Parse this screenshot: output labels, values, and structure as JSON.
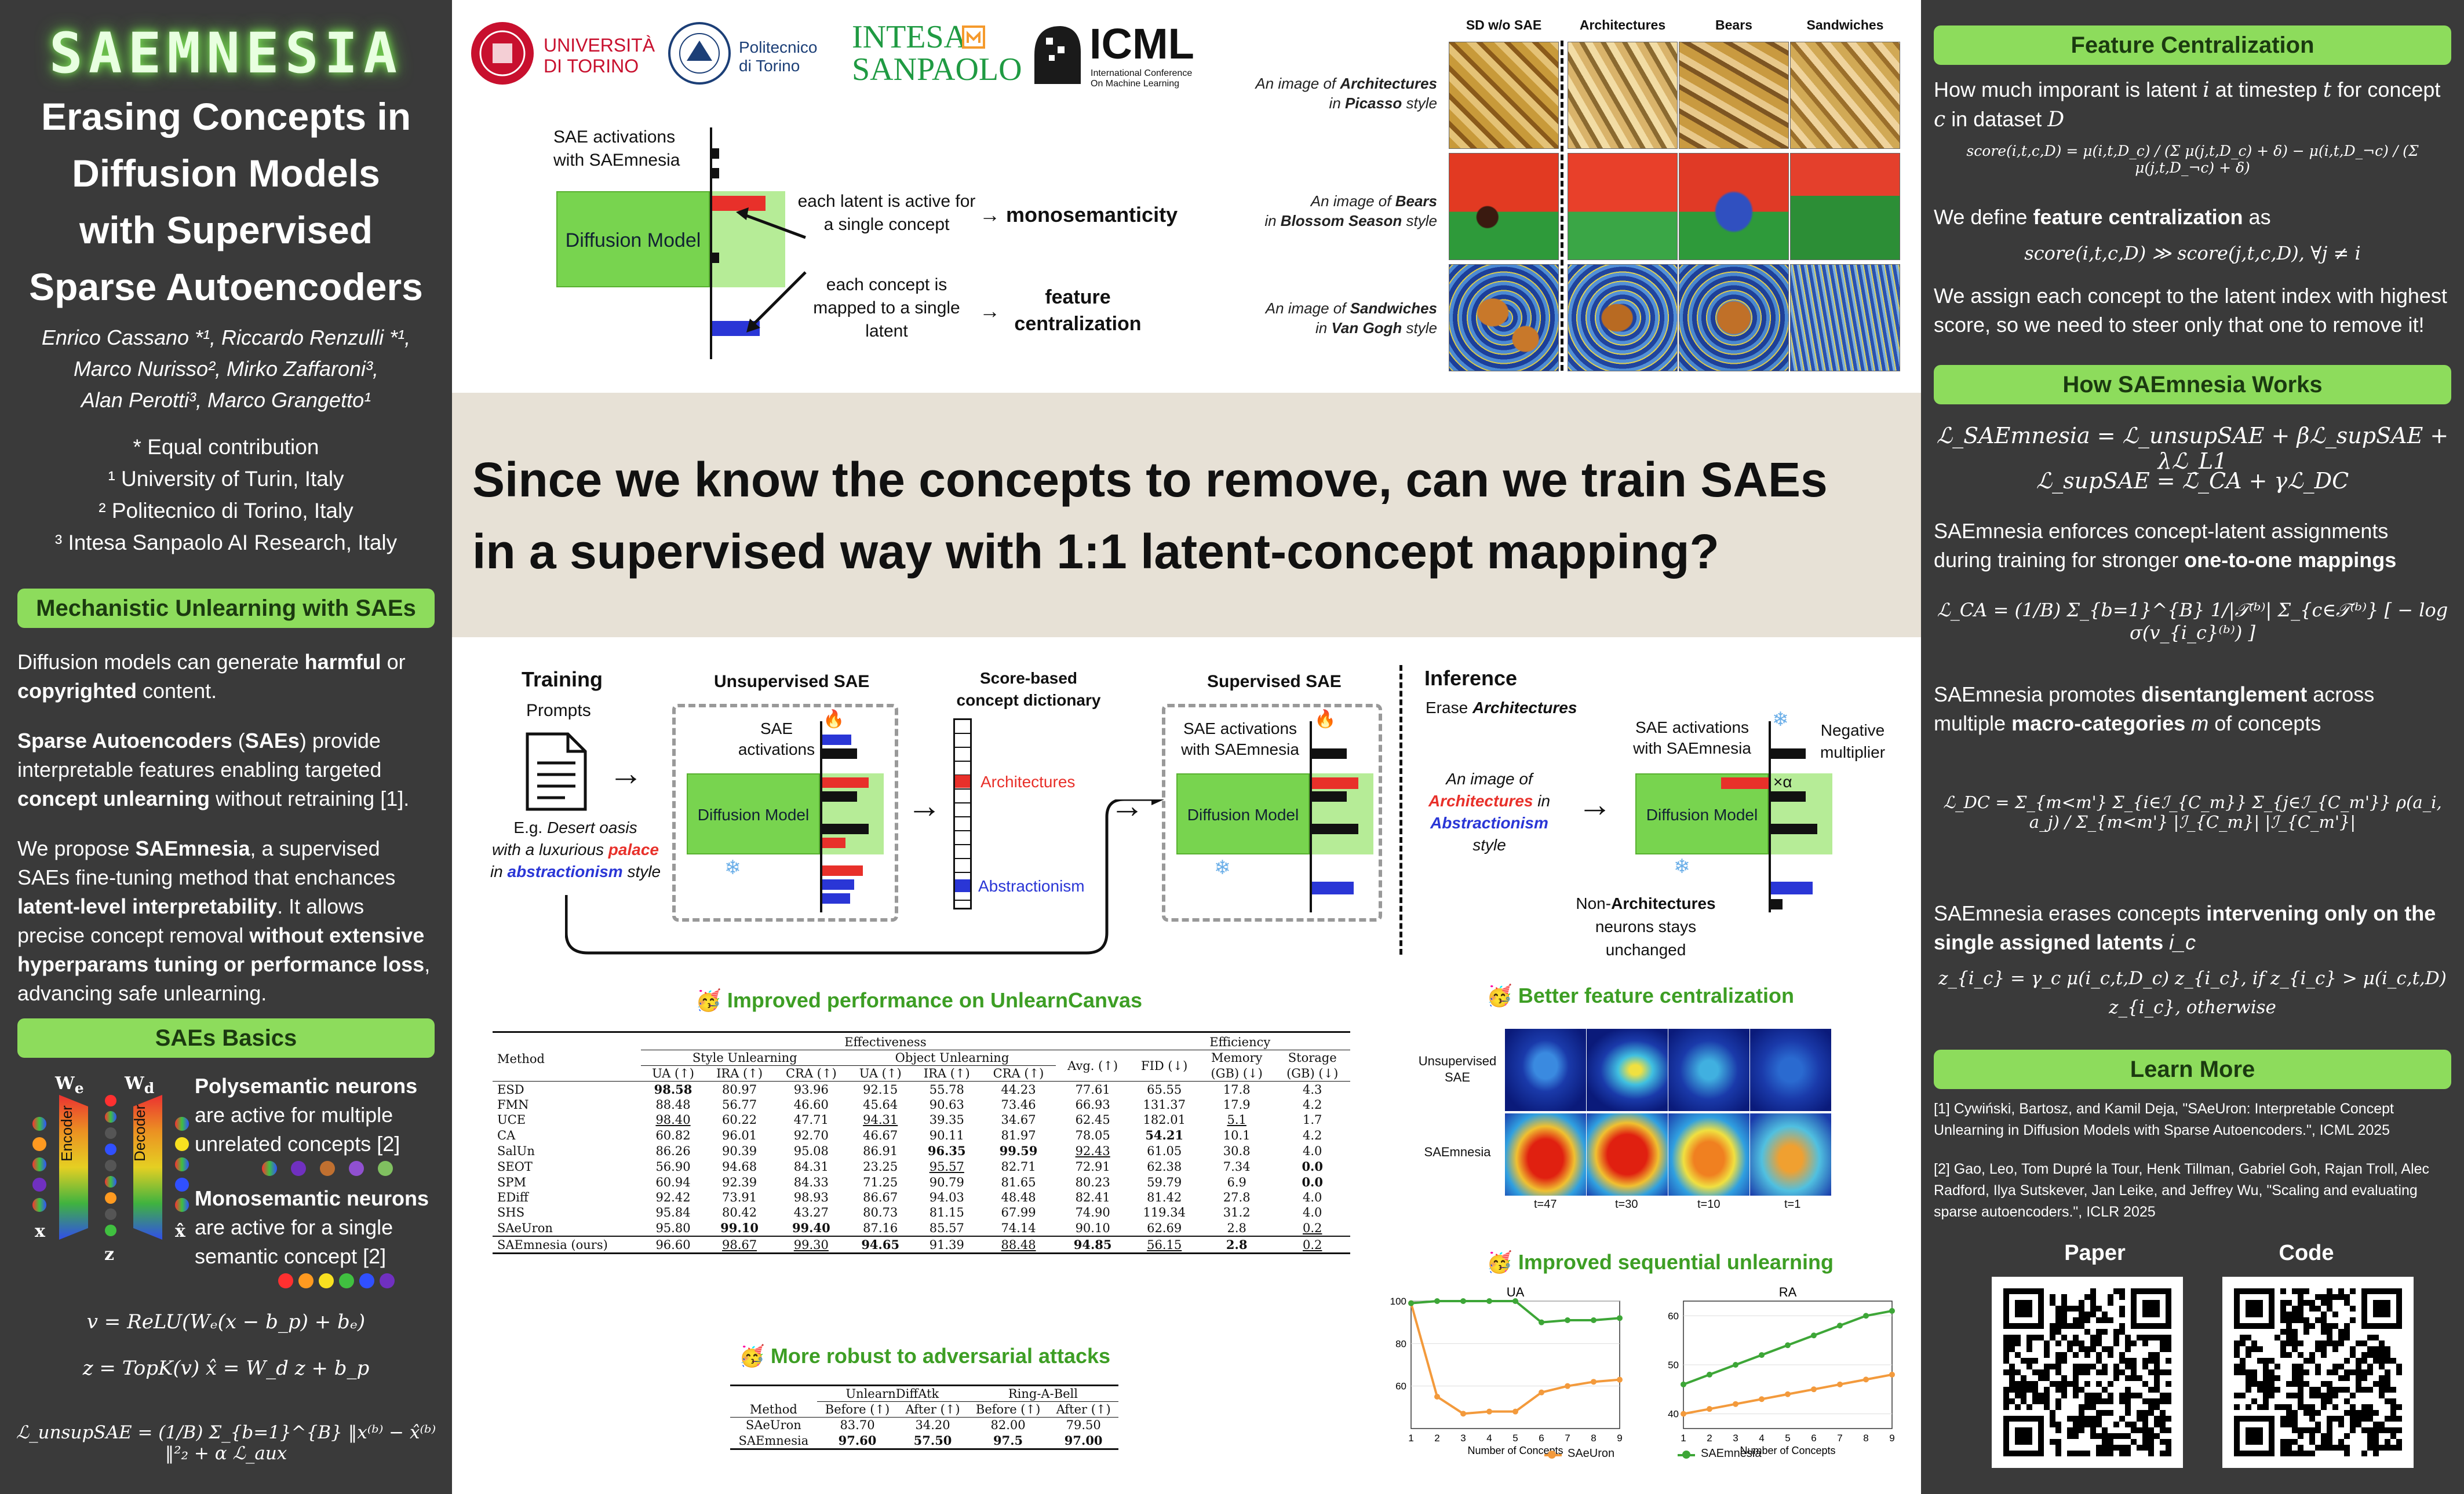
{
  "brand": "SAEMNESIA",
  "title": {
    "l1": "Erasing Concepts in",
    "l2": "Diffusion Models",
    "l3": "with Supervised",
    "l4": "Sparse Autoencoders"
  },
  "authors": {
    "l1": "Enrico Cassano *¹, Riccardo Renzulli *¹,",
    "l2": "Marco Nurisso², Mirko Zaffaroni³,",
    "l3": "Alan Perotti³, Marco Grangetto¹"
  },
  "affiliations": {
    "equal": "* Equal contribution",
    "a1": "¹ University of Turin, Italy",
    "a2": "² Politecnico di Torino, Italy",
    "a3": "³ Intesa Sanpaolo AI Research, Italy"
  },
  "sec_mech": {
    "header": "Mechanistic Unlearning with SAEs",
    "p1a": "Diffusion models can generate ",
    "p1b": "harmful",
    "p1c": " or ",
    "p1d": "copyrighted",
    "p1e": " content.",
    "p2a": "Sparse Autoencoders",
    "p2b": " (",
    "p2c": "SAEs",
    "p2d": ") provide interpretable features enabling targeted ",
    "p2e": "concept unlearning",
    "p2f": " without retraining [1].",
    "p3a": "We propose ",
    "p3b": "SAEmnesia",
    "p3c": ", a supervised SAEs fine-tuning method that enchances ",
    "p3d": "latent-level interpretability",
    "p3e": ". It allows precise concept removal ",
    "p3f": "without extensive hyperparams tuning or performance loss",
    "p3g": ", advancing safe unlearning."
  },
  "sec_basics": {
    "header": "SAEs Basics",
    "we": "W",
    "we_sub": "e",
    "wd": "W",
    "wd_sub": "d",
    "encoder": "Encoder",
    "decoder": "Decoder",
    "x": "x",
    "z": "z",
    "xhat": "x̂",
    "poly_t": "Polysemantic neurons",
    "poly_d": "are active for multiple unrelated concepts [2]",
    "mono_t": "Monosemantic neurons",
    "mono_d": "are active for a single semantic concept [2]",
    "eq1": "v = ReLU(Wₑ(x − b_p) + bₑ)",
    "eq2": "z = TopK(v)   x̂ = W_d z + b_p",
    "eq3": "ℒ_unsupSAE = (1/B) Σ_{b=1}^{B} ‖x⁽ᵇ⁾ − x̂⁽ᵇ⁾‖²₂ + α ℒ_aux"
  },
  "logos": {
    "unito1": "UNIVERSITÀ",
    "unito2": "DI TORINO",
    "polito1": "Politecnico",
    "polito2": "di Torino",
    "intesa1": "INTESA",
    "intesa2": "SANPAOLO",
    "icml": "ICML",
    "icml_sub1": "International Conference",
    "icml_sub2": "On Machine Learning"
  },
  "top_fig": {
    "sae_act": "SAE activations",
    "with_saem": "with SAEmnesia",
    "dm": "Diffusion Model",
    "each_latent": "each latent is active for a single concept",
    "mono": "monosemanticity",
    "each_concept": "each concept is mapped to a single latent",
    "fc": "feature centralization"
  },
  "grid": {
    "cols": [
      "SD w/o SAE",
      "Architectures",
      "Bears",
      "Sandwiches"
    ],
    "r1a": "An image of ",
    "r1b": "Architectures",
    "r1c": "in ",
    "r1d": "Picasso",
    "r1e": " style",
    "r2a": "An image of ",
    "r2b": "Bears",
    "r2c": "in ",
    "r2d": "Blossom Season",
    "r2e": " style",
    "r3a": "An image of ",
    "r3b": "Sandwiches",
    "r3c": "in ",
    "r3d": "Van Gogh",
    "r3e": " style"
  },
  "question": {
    "l1": "Since we know the concepts to remove, can we train SAEs",
    "l2": "in a supervised way with 1:1 latent-concept mapping?"
  },
  "pipeline": {
    "training": "Training",
    "prompts": "Prompts",
    "eg1": "E.g. ",
    "eg2": "Desert oasis",
    "eg3": "with a luxurious ",
    "eg4": "palace",
    "eg5": "in ",
    "eg6": "abstractionism",
    "eg7": " style",
    "unsup": "Unsupervised SAE",
    "sae_act1": "SAE",
    "sae_act2": "activations",
    "dm": "Diffusion Model",
    "score_dict1": "Score-based",
    "score_dict2": "concept dictionary",
    "arch": "Architectures",
    "abstr": "Abstractionism",
    "sup": "Supervised SAE",
    "sae_act_saem1": "SAE activations",
    "sae_act_saem2": "with SAEmnesia",
    "inference": "Inference",
    "erase1": "Erase ",
    "erase2": "Architectures",
    "inf_p1": "An image of",
    "inf_p2": "Architectures",
    "inf_p3": " in",
    "inf_p4": "Abstractionism",
    "inf_p5": " style",
    "neg1": "Negative",
    "neg2": "multiplier",
    "times_alpha": "×α",
    "nonarch1": "Non-",
    "nonarch2": "Architectures",
    "nonarch3": "neurons stays unchanged"
  },
  "perf": {
    "title": "Improved performance on UnlearnCanvas",
    "h_eff": "Effectiveness",
    "h_efficiency": "Efficiency",
    "h_method": "Method",
    "h_style": "Style Unlearning",
    "h_object": "Object Unlearning",
    "h_avg": "Avg. (↑)",
    "h_fid": "FID (↓)",
    "h_mem": "Memory",
    "h_mem2": "(GB) (↓)",
    "h_stor": "Storage",
    "h_stor2": "(GB) (↓)",
    "h_ua": "UA (↑)",
    "h_ira": "IRA (↑)",
    "h_cra": "CRA (↑)",
    "rows": [
      [
        "ESD",
        "98.58",
        "80.97",
        "93.96",
        "92.15",
        "55.78",
        "44.23",
        "77.61",
        "65.55",
        "17.8",
        "4.3"
      ],
      [
        "FMN",
        "88.48",
        "56.77",
        "46.60",
        "45.64",
        "90.63",
        "73.46",
        "66.93",
        "131.37",
        "17.9",
        "4.2"
      ],
      [
        "UCE",
        "98.40",
        "60.22",
        "47.71",
        "94.31",
        "39.35",
        "34.67",
        "62.45",
        "182.01",
        "5.1",
        "1.7"
      ],
      [
        "CA",
        "60.82",
        "96.01",
        "92.70",
        "46.67",
        "90.11",
        "81.97",
        "78.05",
        "54.21",
        "10.1",
        "4.2"
      ],
      [
        "SalUn",
        "86.26",
        "90.39",
        "95.08",
        "86.91",
        "96.35",
        "99.59",
        "92.43",
        "61.05",
        "30.8",
        "4.0"
      ],
      [
        "SEOT",
        "56.90",
        "94.68",
        "84.31",
        "23.25",
        "95.57",
        "82.71",
        "72.91",
        "62.38",
        "7.34",
        "0.0"
      ],
      [
        "SPM",
        "60.94",
        "92.39",
        "84.33",
        "71.25",
        "90.79",
        "81.65",
        "80.23",
        "59.79",
        "6.9",
        "0.0"
      ],
      [
        "EDiff",
        "92.42",
        "73.91",
        "98.93",
        "86.67",
        "94.03",
        "48.48",
        "82.41",
        "81.42",
        "27.8",
        "4.0"
      ],
      [
        "SHS",
        "95.84",
        "80.42",
        "43.27",
        "80.73",
        "81.15",
        "67.99",
        "74.90",
        "119.34",
        "31.2",
        "4.0"
      ],
      [
        "SAeUron",
        "95.80",
        "99.10",
        "99.40",
        "87.16",
        "85.57",
        "74.14",
        "90.10",
        "62.69",
        "2.8",
        "0.2"
      ]
    ],
    "ours": [
      "SAEmnesia (ours)",
      "96.60",
      "98.67",
      "99.30",
      "94.65",
      "91.39",
      "88.48",
      "94.85",
      "56.15",
      "2.8",
      "0.2"
    ]
  },
  "adv": {
    "title": "More robust to adversarial attacks",
    "h_method": "Method",
    "h_ud": "UnlearnDiffAtk",
    "h_rab": "Ring-A-Bell",
    "h_before": "Before (↑)",
    "h_after": "After (↑)",
    "rows": [
      [
        "SAeUron",
        "83.70",
        "34.20",
        "82.00",
        "79.50"
      ],
      [
        "SAEmnesia",
        "97.60",
        "57.50",
        "97.5",
        "97.00"
      ]
    ]
  },
  "fc_fig": {
    "title": "Better feature centralization",
    "row1a": "Unsupervised",
    "row1b": "SAE",
    "row2": "SAEmnesia",
    "t": [
      "t=47",
      "t=30",
      "t=10",
      "t=1"
    ]
  },
  "seq": {
    "title": "Improved sequential unlearning",
    "xlabel": "Number of Concepts",
    "legend_a": "SAeUron",
    "legend_b": "SAEmnesia"
  },
  "chart_data": [
    {
      "type": "line",
      "title": "UA",
      "xlabel": "Number of Concepts",
      "ylabel": "",
      "x": [
        1,
        2,
        3,
        4,
        5,
        6,
        7,
        8,
        9
      ],
      "ylim": [
        40,
        100
      ],
      "yticks": [
        60,
        80,
        100
      ],
      "series": [
        {
          "name": "SAeUron",
          "color": "#f39a3c",
          "values": [
            99,
            55,
            47,
            48,
            48,
            57,
            60,
            62,
            63
          ]
        },
        {
          "name": "SAEmnesia",
          "color": "#3da637",
          "values": [
            99,
            100,
            100,
            100,
            100,
            90,
            91,
            91,
            92
          ]
        }
      ]
    },
    {
      "type": "line",
      "title": "RA",
      "xlabel": "Number of Concepts",
      "ylabel": "",
      "x": [
        1,
        2,
        3,
        4,
        5,
        6,
        7,
        8,
        9
      ],
      "ylim": [
        37,
        63
      ],
      "yticks": [
        40,
        50,
        60
      ],
      "series": [
        {
          "name": "SAeUron",
          "color": "#f39a3c",
          "values": [
            40,
            41,
            42,
            43,
            44,
            45,
            46,
            47,
            48
          ]
        },
        {
          "name": "SAEmnesia",
          "color": "#3da637",
          "values": [
            46,
            48,
            50,
            52,
            54,
            56,
            58,
            60,
            61
          ]
        }
      ]
    }
  ],
  "sec_fc": {
    "header": "Feature Centralization",
    "p1": "How much imporant is latent",
    "i": "i",
    "p1b": "at timestep",
    "t": "t",
    "p1c": "for concept",
    "c": "c",
    "p1d": "in dataset",
    "D": "D",
    "eq1": "score(i,t,c,D) = μ(i,t,D_c) / (Σ μ(j,t,D_c) + δ)  −  μ(i,t,D_¬c) / (Σ μ(j,t,D_¬c) + δ)",
    "p2a": "We define ",
    "p2b": "feature centralization",
    "p2c": " as",
    "eq2": "score(i,t,c,D) ≫ score(j,t,c,D),   ∀j ≠ i",
    "p3": "We assign each concept to the latent index with highest score, so we need to steer only that one to remove it!"
  },
  "sec_how": {
    "header": "How SAEmnesia Works",
    "eq1": "ℒ_SAEmnesia = ℒ_unsupSAE + βℒ_supSAE + λℒ_L1",
    "eq2": "ℒ_supSAE = ℒ_CA + γℒ_DC",
    "p1a": "SAEmnesia enforces concept-latent assignments during training for stronger ",
    "p1b": "one-to-one mappings",
    "eq3": "ℒ_CA = (1/B) Σ_{b=1}^{B} 1/|𝒯⁽ᵇ⁾| Σ_{c∈𝒯⁽ᵇ⁾} [ − log σ(v_{i_c}⁽ᵇ⁾) ]",
    "p2a": "SAEmnesia promotes ",
    "p2b": "disentanglement",
    "p2c": " across multiple ",
    "p2d": "macro-categories",
    "p2e": " m ",
    "p2f": "of concepts",
    "eq4": "ℒ_DC = Σ_{m<m'} Σ_{i∈ℐ_{C_m}} Σ_{j∈ℐ_{C_m'}} ρ(a_i, a_j)  /  Σ_{m<m'} |ℐ_{C_m}| |ℐ_{C_m'}|",
    "p3a": "SAEmnesia erases concepts ",
    "p3b": "intervening only on the single assigned latents",
    "p3c": " i_c",
    "eq5a": "z_{i_c} = γ_c μ(i_c,t,D_c) z_{i_c},   if z_{i_c} > μ(i_c,t,D)",
    "eq5b": "z_{i_c},   otherwise"
  },
  "sec_learn": {
    "header": "Learn More",
    "ref1": "[1] Cywiński, Bartosz, and Kamil Deja, \"SAeUron: Interpretable Concept Unlearning in Diffusion Models with Sparse Autoencoders.\", ICML 2025",
    "ref2": "[2] Gao, Leo, Tom Dupré la Tour, Henk Tillman, Gabriel Goh, Rajan Troll, Alec Radford, Ilya Sutskever, Jan Leike, and Jeffrey Wu, \"Scaling and evaluating sparse autoencoders.\", ICLR 2025",
    "paper": "Paper",
    "code": "Code"
  },
  "colors": {
    "green": "#8ddc5c",
    "dark": "#3a3a3a",
    "red": "#e8302a",
    "blue": "#2a36d6",
    "orange": "#f39a3c",
    "lightgreen": "#3da637",
    "band": "#e7e1d6"
  }
}
